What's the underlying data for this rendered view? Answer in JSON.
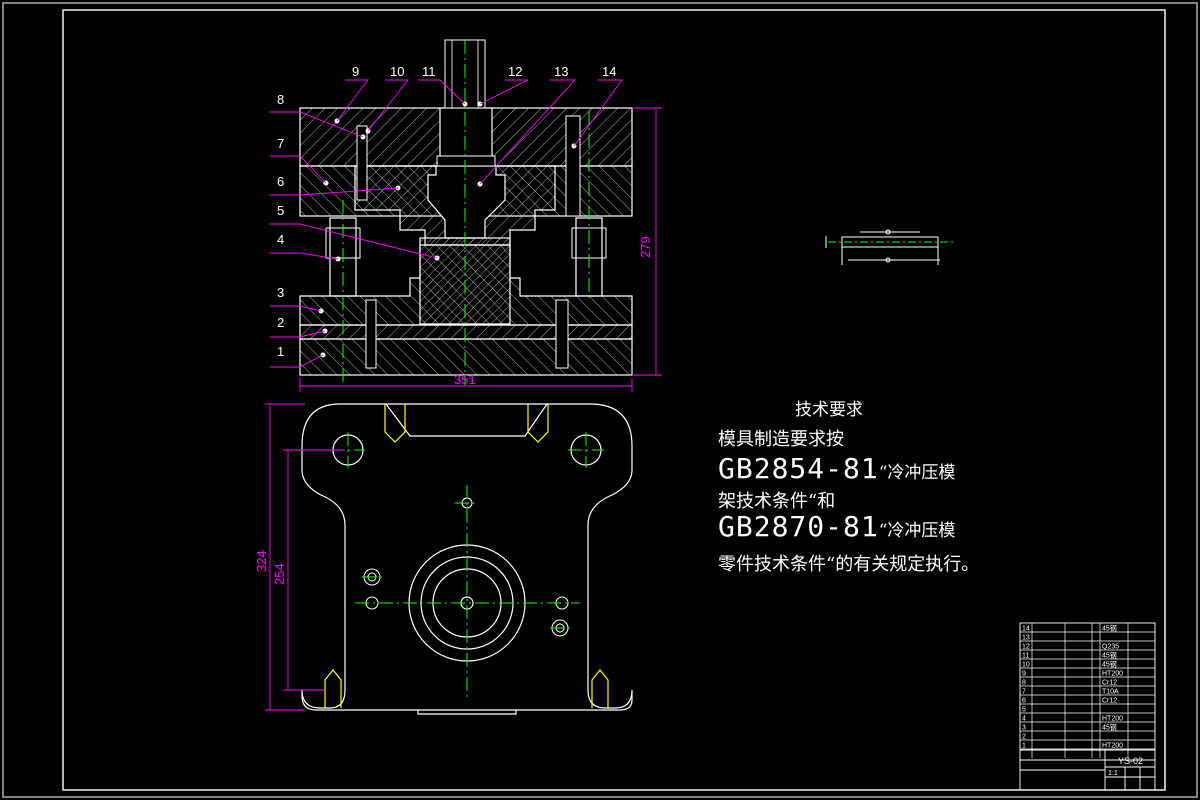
{
  "drawing": {
    "part_numbers": [
      "1",
      "2",
      "3",
      "4",
      "5",
      "6",
      "7",
      "8",
      "9",
      "10",
      "11",
      "12",
      "13",
      "14"
    ],
    "dimensions": {
      "height_front": "279",
      "width_front": "351",
      "height_plan_outer": "324",
      "height_plan_inner": "254"
    }
  },
  "tech_requirements": {
    "title": "技术要求",
    "line1": "模具制造要求按",
    "std1_code": "GB2854-81",
    "std1_suffix": "“冷冲压模",
    "line3": "架技术条件“和",
    "std2_code": "GB2870-81",
    "std2_suffix": "“冷冲压模",
    "line5": "零件技术条件“的有关规定执行。"
  },
  "title_block": {
    "rows": [
      {
        "no": "14",
        "material": "45钢"
      },
      {
        "no": "13",
        "material": ""
      },
      {
        "no": "12",
        "material": "Q235"
      },
      {
        "no": "11",
        "material": "45钢"
      },
      {
        "no": "10",
        "material": "45钢"
      },
      {
        "no": "9",
        "material": "HT200"
      },
      {
        "no": "8",
        "material": "Cr12"
      },
      {
        "no": "7",
        "material": "T10A"
      },
      {
        "no": "6",
        "material": "Cr12"
      },
      {
        "no": "5",
        "material": ""
      },
      {
        "no": "4",
        "material": "HT200"
      },
      {
        "no": "3",
        "material": "45钢"
      },
      {
        "no": "2",
        "material": ""
      },
      {
        "no": "1",
        "material": "HT200"
      }
    ],
    "drawing_code": "YS-02",
    "scale": "1:1"
  },
  "colors": {
    "outline": "#ffffff",
    "dimension": "#ff00ff",
    "centerline": "#00ff00",
    "hatch": "#ffffff",
    "highlight": "#ffff00"
  }
}
